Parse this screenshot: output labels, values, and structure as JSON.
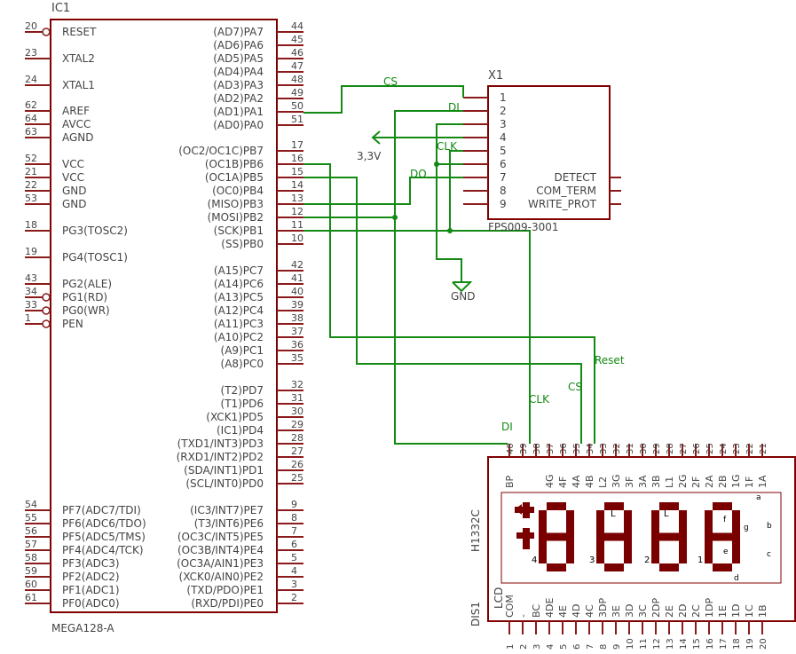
{
  "ic1": {
    "name": "IC1",
    "value": "MEGA128-A",
    "left_pins": [
      {
        "num": "20",
        "name": "RESET",
        "inv": true
      },
      {
        "num": "23",
        "name": "XTAL2"
      },
      {
        "num": "24",
        "name": "XTAL1"
      },
      {
        "num": "62",
        "name": "AREF"
      },
      {
        "num": "64",
        "name": "AVCC"
      },
      {
        "num": "63",
        "name": "AGND"
      },
      {
        "num": "52",
        "name": "VCC"
      },
      {
        "num": "21",
        "name": "VCC"
      },
      {
        "num": "22",
        "name": "GND"
      },
      {
        "num": "53",
        "name": "GND"
      },
      {
        "num": "18",
        "name": "PG3(TOSC2)"
      },
      {
        "num": "19",
        "name": "PG4(TOSC1)"
      },
      {
        "num": "43",
        "name": "PG2(ALE)"
      },
      {
        "num": "34",
        "name": "PG1(RD)",
        "inv": true
      },
      {
        "num": "33",
        "name": "PG0(WR)",
        "inv": true
      },
      {
        "num": "1",
        "name": "PEN",
        "inv": true
      },
      {
        "num": "54",
        "name": "PF7(ADC7/TDI)"
      },
      {
        "num": "55",
        "name": "PF6(ADC6/TDO)"
      },
      {
        "num": "56",
        "name": "PF5(ADC5/TMS)"
      },
      {
        "num": "57",
        "name": "PF4(ADC4/TCK)"
      },
      {
        "num": "58",
        "name": "PF3(ADC3)"
      },
      {
        "num": "59",
        "name": "PF2(ADC2)"
      },
      {
        "num": "60",
        "name": "PF1(ADC1)"
      },
      {
        "num": "61",
        "name": "PF0(ADC0)"
      }
    ],
    "right_pins": [
      {
        "num": "44",
        "name": "(AD7)PA7"
      },
      {
        "num": "45",
        "name": "(AD6)PA6"
      },
      {
        "num": "46",
        "name": "(AD5)PA5"
      },
      {
        "num": "47",
        "name": "(AD4)PA4"
      },
      {
        "num": "48",
        "name": "(AD3)PA3"
      },
      {
        "num": "49",
        "name": "(AD2)PA2"
      },
      {
        "num": "50",
        "name": "(AD1)PA1"
      },
      {
        "num": "51",
        "name": "(AD0)PA0"
      },
      {
        "num": "17",
        "name": "(OC2/OC1C)PB7"
      },
      {
        "num": "16",
        "name": "(OC1B)PB6"
      },
      {
        "num": "15",
        "name": "(OC1A)PB5"
      },
      {
        "num": "14",
        "name": "(OC0)PB4"
      },
      {
        "num": "13",
        "name": "(MISO)PB3"
      },
      {
        "num": "12",
        "name": "(MOSI)PB2"
      },
      {
        "num": "11",
        "name": "(SCK)PB1"
      },
      {
        "num": "10",
        "name": "(SS)PB0"
      },
      {
        "num": "42",
        "name": "(A15)PC7"
      },
      {
        "num": "41",
        "name": "(A14)PC6"
      },
      {
        "num": "40",
        "name": "(A13)PC5"
      },
      {
        "num": "39",
        "name": "(A12)PC4"
      },
      {
        "num": "38",
        "name": "(A11)PC3"
      },
      {
        "num": "37",
        "name": "(A10)PC2"
      },
      {
        "num": "36",
        "name": "(A9)PC1"
      },
      {
        "num": "35",
        "name": "(A8)PC0"
      },
      {
        "num": "32",
        "name": "(T2)PD7"
      },
      {
        "num": "31",
        "name": "(T1)PD6"
      },
      {
        "num": "30",
        "name": "(XCK1)PD5"
      },
      {
        "num": "29",
        "name": "(IC1)PD4"
      },
      {
        "num": "28",
        "name": "(TXD1/INT3)PD3"
      },
      {
        "num": "27",
        "name": "(RXD1/INT2)PD2"
      },
      {
        "num": "26",
        "name": "(SDA/INT1)PD1"
      },
      {
        "num": "25",
        "name": "(SCL/INT0)PD0"
      },
      {
        "num": "9",
        "name": "(IC3/INT7)PE7"
      },
      {
        "num": "8",
        "name": "(T3/INT6)PE6"
      },
      {
        "num": "7",
        "name": "(OC3C/INT5)PE5"
      },
      {
        "num": "6",
        "name": "(OC3B/INT4)PE4"
      },
      {
        "num": "5",
        "name": "(OC3A/AIN1)PE3"
      },
      {
        "num": "4",
        "name": "(XCK0/AIN0)PE2"
      },
      {
        "num": "3",
        "name": "(TXD/PDO)PE1"
      },
      {
        "num": "2",
        "name": "(RXD/PDI)PE0"
      }
    ]
  },
  "x1": {
    "name": "X1",
    "value": "FPS009-3001",
    "left_pins": [
      "1",
      "2",
      "3",
      "4",
      "5",
      "6",
      "7",
      "8",
      "9"
    ],
    "right_labels": [
      "DETECT",
      "COM_TERM",
      "WRITE_PROT"
    ]
  },
  "nets": {
    "cs": "CS",
    "di": "DI",
    "clk": "CLK",
    "do": "DO",
    "supply": "3,3V",
    "gnd": "GND",
    "reset": "Reset",
    "lcd_clk": "CLK",
    "lcd_cs": "CS",
    "lcd_di": "DI"
  },
  "dis1": {
    "name": "DIS1",
    "value": "H1332C",
    "lcd_label": "LCD",
    "top_pins": [
      "40",
      "39",
      "38",
      "37",
      "36",
      "35",
      "34",
      "33",
      "32",
      "31",
      "30",
      "29",
      "28",
      "27",
      "26",
      "25",
      "24",
      "23",
      "22",
      "21"
    ],
    "top_labels": [
      "BP",
      "",
      "",
      "4G",
      "4F",
      "4A",
      "4B",
      "L2",
      "3G",
      "3F",
      "3A",
      "3B",
      "L1",
      "2G",
      "2F",
      "2A",
      "2B",
      "1G",
      "1F",
      "1A"
    ],
    "bottom_pins": [
      "1",
      "2",
      "3",
      "4",
      "5",
      "6",
      "7",
      "8",
      "9",
      "10",
      "11",
      "12",
      "13",
      "14",
      "15",
      "16",
      "17",
      "18",
      "19",
      "20"
    ],
    "bottom_labels": [
      "COM",
      "-",
      "BC",
      "4DE",
      "4E",
      "4D",
      "4C",
      "3DP",
      "3E",
      "3D",
      "3C",
      "2DP",
      "2E",
      "2D",
      "2C",
      "1DP",
      "1E",
      "1D",
      "1C",
      "1B"
    ],
    "digits": "8888",
    "digit_marks": [
      "4",
      "3",
      "2",
      "1"
    ],
    "seg_letters": {
      "a": "a",
      "b": "b",
      "c": "c",
      "d": "d",
      "e": "e",
      "f": "f",
      "g": "g"
    },
    "l_marks": [
      "L",
      "L"
    ],
    "symbol": "±1"
  }
}
